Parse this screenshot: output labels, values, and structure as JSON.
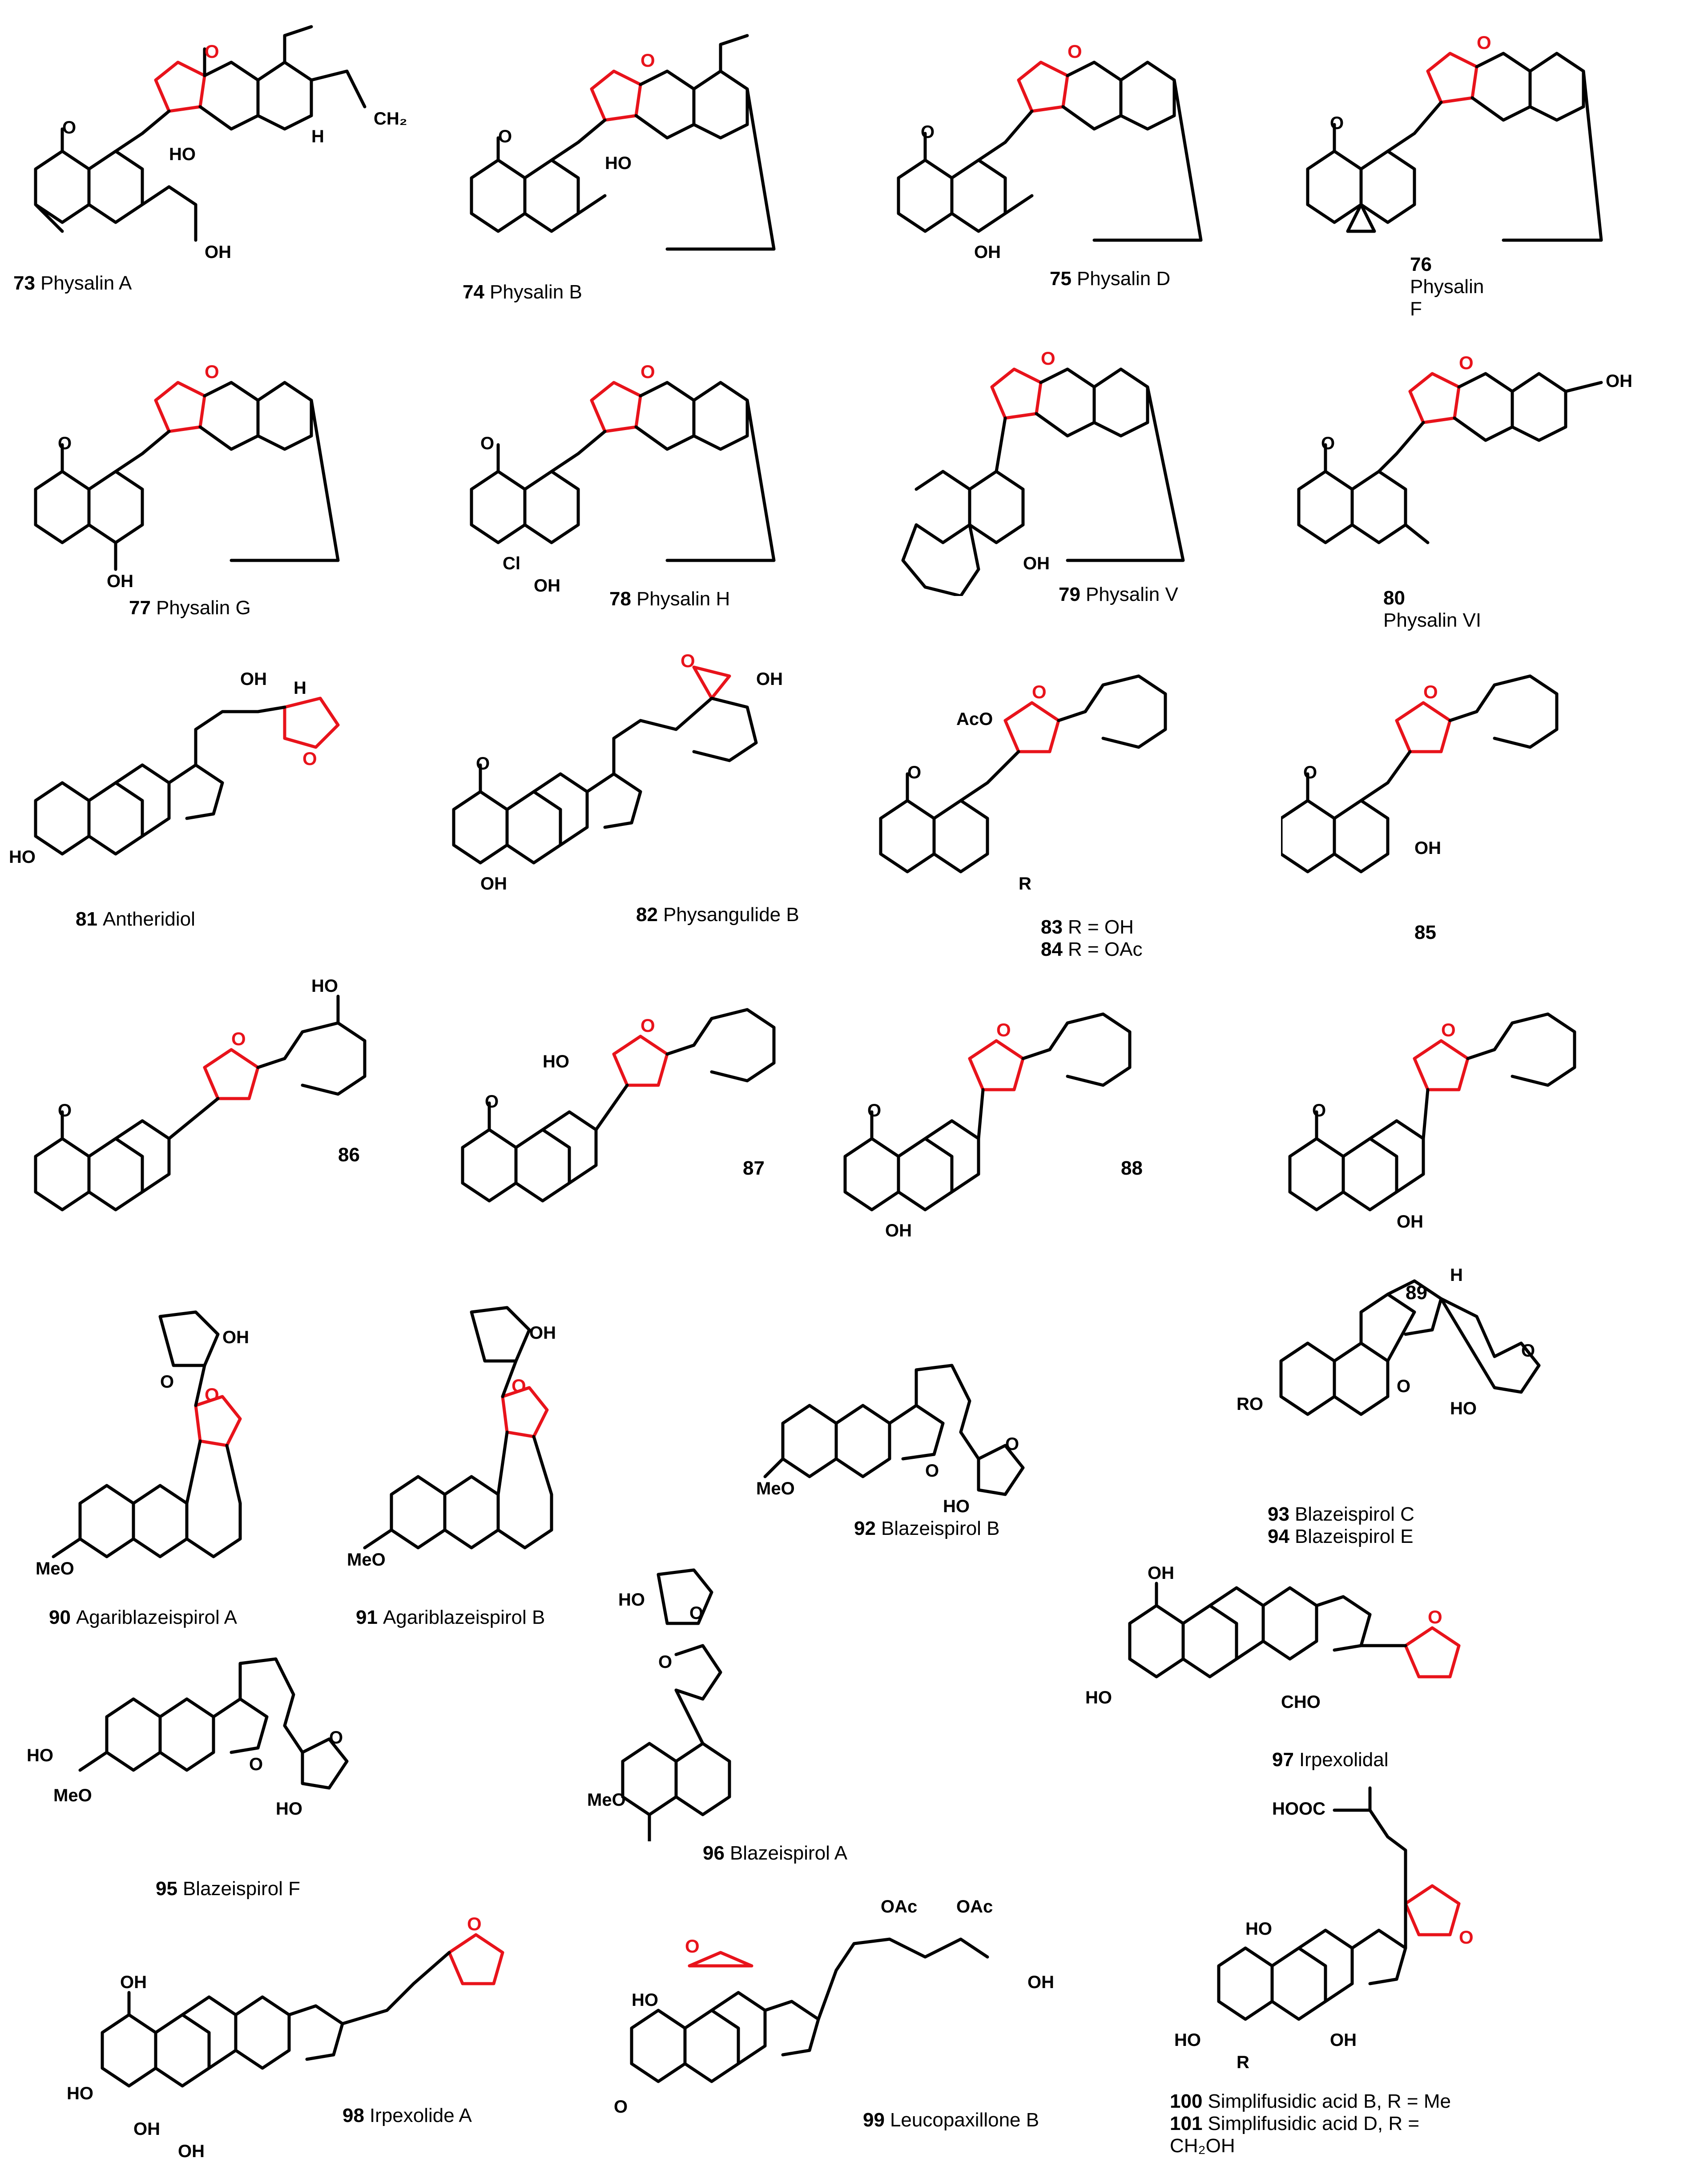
{
  "compounds": [
    {
      "num": "73",
      "name": "Physalin A"
    },
    {
      "num": "74",
      "name": "Physalin B"
    },
    {
      "num": "75",
      "name": "Physalin D"
    },
    {
      "num": "76",
      "name": "Physalin",
      "name2": "F"
    },
    {
      "num": "77",
      "name": "Physalin G"
    },
    {
      "num": "78",
      "name": "Physalin H"
    },
    {
      "num": "79",
      "name": "Physalin V"
    },
    {
      "num": "80",
      "name": "",
      "name2": "Physalin VI"
    },
    {
      "num": "81",
      "name": "Antheridiol"
    },
    {
      "num": "82",
      "name": "Physangulide B"
    },
    {
      "num": "83",
      "name": "R = OH",
      "num2": "84",
      "name2": "R = OAc"
    },
    {
      "num": "85",
      "name": ""
    },
    {
      "num": "86",
      "name": ""
    },
    {
      "num": "87",
      "name": ""
    },
    {
      "num": "88",
      "name": ""
    },
    {
      "num": "89",
      "name": ""
    },
    {
      "num": "90",
      "name": "Agariblazeispirol A"
    },
    {
      "num": "91",
      "name": "Agariblazeispirol B"
    },
    {
      "num": "92",
      "name": "Blazeispirol B"
    },
    {
      "num": "93",
      "name": "Blazeispirol C",
      "num2": "94",
      "name2": "Blazeispirol E"
    },
    {
      "num": "95",
      "name": "Blazeispirol F"
    },
    {
      "num": "96",
      "name": "Blazeispirol A"
    },
    {
      "num": "97",
      "name": "Irpexolidal"
    },
    {
      "num": "98",
      "name": "Irpexolide A"
    },
    {
      "num": "99",
      "name": "Leucopaxillone B"
    },
    {
      "num": "100",
      "name": "Simplifusidic acid B, R = Me",
      "num2": "101",
      "name2": "Simplifusidic acid D, R =",
      "name3": "CH₂OH"
    }
  ],
  "atoms": {
    "oh": "OH",
    "ho": "HO",
    "h": "H",
    "o": "O",
    "r": "R",
    "cl": "Cl",
    "ome": "MeO",
    "ro": "RO",
    "aco": "AcO",
    "oac": "OAc",
    "cho": "CHO",
    "hooc": "HOOC",
    "ch2": "CH₂"
  },
  "colors": {
    "bond": "#000000",
    "highlight": "#e8131b",
    "background": "#ffffff"
  }
}
